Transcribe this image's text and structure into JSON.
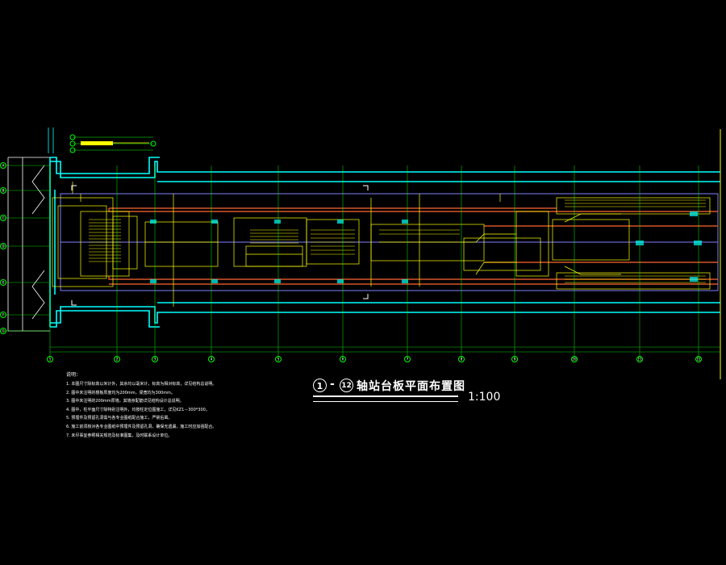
{
  "colors": {
    "background": "#000000",
    "wall": "#00ffff",
    "detail": "#ffff00",
    "track": "#ff6633",
    "outline": "#8080ff",
    "axis": "#00ff00",
    "text": "#ffffff"
  },
  "axes": {
    "bottom": [
      "1",
      "2",
      "3",
      "4",
      "5",
      "6",
      "7",
      "8",
      "9",
      "10",
      "11",
      "12"
    ],
    "left": [
      "A",
      "B",
      "C",
      "D",
      "E",
      "F",
      "G"
    ]
  },
  "notes": {
    "heading": "说明：",
    "items": [
      "1. 本图尺寸除标高以米计外，其余均以毫米计，标高为相对标高，详见结构总说明。",
      "2. 图中未注明的楼板厚度均为200mm，梁宽均为300mm。",
      "3. 图中未注明的200mm厚墙，其墙身配筋详见结构设计总说明。",
      "4. 图中，柱平面尺寸除特别注明外，均按柱定位图施工，详见KZ1－300*300。",
      "5. 预埋件及预留孔洞需与各专业图纸配合施工，严禁后凿。",
      "6. 施工前须核对各专业图纸中预埋件及预留孔洞，确保无遗漏，施工时应加强配合。",
      "7. 未尽事宜参照相关规范及标准图集，及时联系设计单位。"
    ]
  },
  "title": {
    "num_start": "1",
    "dash": "-",
    "num_end": "12",
    "text": "轴站台板平面布置图",
    "scale": "1:100"
  }
}
